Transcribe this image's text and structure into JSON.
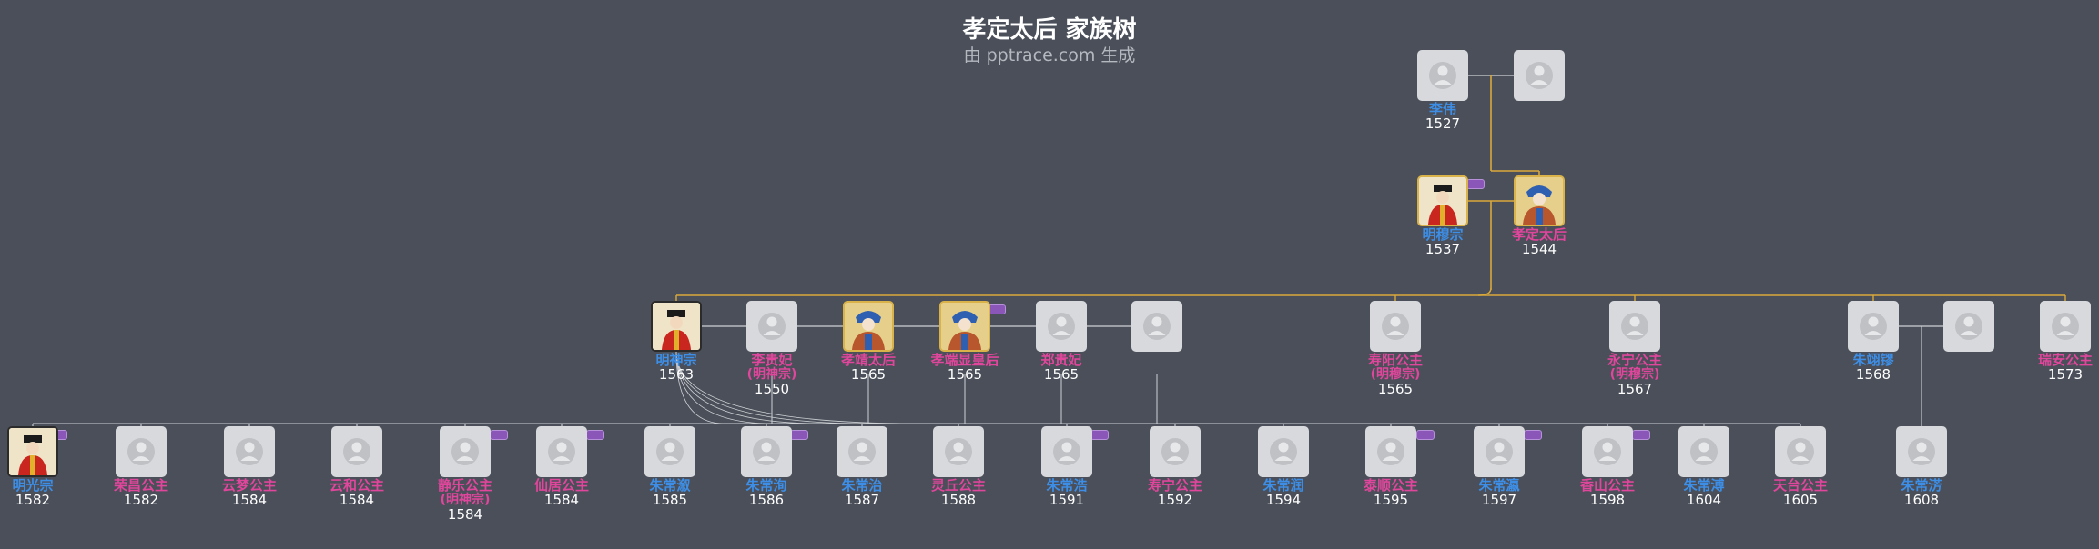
{
  "title": "孝定太后 家族树",
  "subtitle": "由 pptrace.com 生成",
  "icons": {
    "person": "person-silhouette-icon",
    "portrait": "portrait-icon",
    "marriage": "marriage-badge-icon"
  },
  "colors": {
    "male": "#3d8ee6",
    "female": "#e0469b",
    "link": "#d9a93a",
    "line": "#cfd2d6",
    "badge_blue": "#3d7fd8",
    "badge_purple": "#8a57b8"
  },
  "people": [
    {
      "id": "lw",
      "name": "李伟",
      "year": "1527",
      "gender": "m"
    },
    {
      "id": "lw_w",
      "name": "",
      "year": "",
      "gender": "f"
    },
    {
      "id": "mmz",
      "name": "明穆宗",
      "year": "1537",
      "gender": "m",
      "portrait": true
    },
    {
      "id": "xd",
      "name": "孝定太后",
      "year": "1544",
      "gender": "f",
      "portrait": true,
      "root": true
    },
    {
      "id": "msz",
      "name": "明神宗",
      "year": "1563",
      "gender": "m",
      "portrait": true
    },
    {
      "id": "lgf",
      "name": "李贵妃",
      "sub": "(明神宗)",
      "year": "1550",
      "gender": "f"
    },
    {
      "id": "xj",
      "name": "孝靖太后",
      "year": "1565",
      "gender": "f",
      "portrait": true
    },
    {
      "id": "xdx",
      "name": "孝端显皇后",
      "year": "1565",
      "gender": "f",
      "portrait": true
    },
    {
      "id": "zgf",
      "name": "郑贵妃",
      "year": "1565",
      "gender": "f"
    },
    {
      "id": "un",
      "name": "",
      "year": "",
      "gender": "f"
    },
    {
      "id": "sy",
      "name": "寿阳公主",
      "sub": "(明穆宗)",
      "year": "1565",
      "gender": "f"
    },
    {
      "id": "yn",
      "name": "永宁公主",
      "sub": "(明穆宗)",
      "year": "1567",
      "gender": "f"
    },
    {
      "id": "zyl",
      "name": "朱翊镠",
      "year": "1568",
      "gender": "m"
    },
    {
      "id": "zyl_w",
      "name": "",
      "year": "",
      "gender": "f"
    },
    {
      "id": "ra",
      "name": "瑞安公主",
      "year": "1573",
      "gender": "f"
    },
    {
      "id": "mgz",
      "name": "明光宗",
      "year": "1582",
      "gender": "m",
      "portrait": true
    },
    {
      "id": "rc",
      "name": "荣昌公主",
      "year": "1582",
      "gender": "f"
    },
    {
      "id": "ym",
      "name": "云梦公主",
      "year": "1584",
      "gender": "f"
    },
    {
      "id": "yh",
      "name": "云和公主",
      "year": "1584",
      "gender": "f"
    },
    {
      "id": "jl",
      "name": "静乐公主",
      "sub": "(明神宗)",
      "year": "1584",
      "gender": "f"
    },
    {
      "id": "xjg",
      "name": "仙居公主",
      "year": "1584",
      "gender": "f"
    },
    {
      "id": "zcx1",
      "name": "朱常溆",
      "year": "1585",
      "gender": "m"
    },
    {
      "id": "zcx2",
      "name": "朱常洵",
      "year": "1586",
      "gender": "m"
    },
    {
      "id": "zcz",
      "name": "朱常治",
      "year": "1587",
      "gender": "m"
    },
    {
      "id": "lq",
      "name": "灵丘公主",
      "year": "1588",
      "gender": "f"
    },
    {
      "id": "zch1",
      "name": "朱常浩",
      "year": "1591",
      "gender": "m"
    },
    {
      "id": "sn",
      "name": "寿宁公主",
      "year": "1592",
      "gender": "f"
    },
    {
      "id": "zcr",
      "name": "朱常润",
      "year": "1594",
      "gender": "m"
    },
    {
      "id": "tx",
      "name": "泰顺公主",
      "year": "1595",
      "gender": "f"
    },
    {
      "id": "zcy",
      "name": "朱常瀛",
      "year": "1597",
      "gender": "m"
    },
    {
      "id": "xs",
      "name": "香山公主",
      "year": "1598",
      "gender": "f"
    },
    {
      "id": "zcp",
      "name": "朱常溥",
      "year": "1604",
      "gender": "m"
    },
    {
      "id": "tt",
      "name": "天台公主",
      "year": "1605",
      "gender": "f"
    },
    {
      "id": "zch2",
      "name": "朱常淓",
      "year": "1608",
      "gender": "m"
    }
  ]
}
